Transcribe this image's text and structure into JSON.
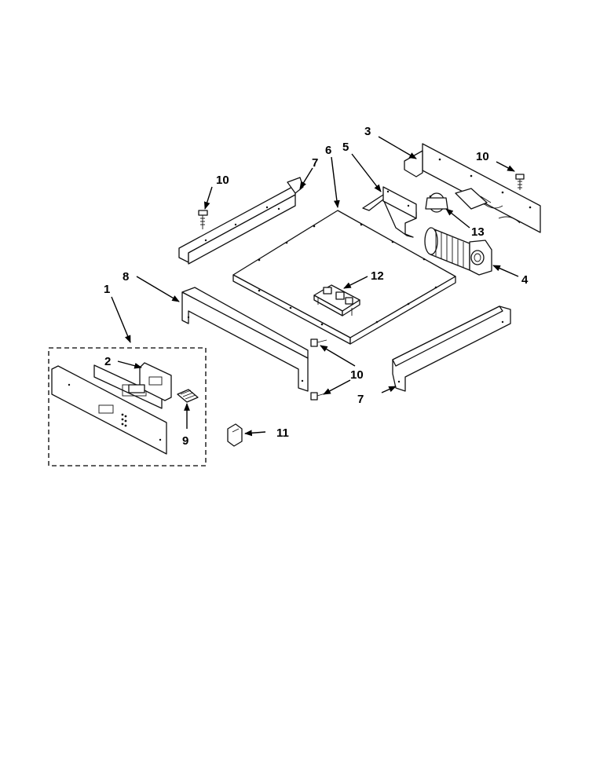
{
  "callouts": {
    "c1": "1",
    "c2": "2",
    "c3": "3",
    "c4": "4",
    "c5": "5",
    "c6": "6",
    "c7_top": "7",
    "c7_bottom": "7",
    "c8": "8",
    "c9": "9",
    "c10_top_left": "10",
    "c10_top_right": "10",
    "c10_center": "10",
    "c11": "11",
    "c12": "12",
    "c13": "13"
  },
  "colors": {
    "line": "#111111",
    "background": "#ffffff"
  }
}
